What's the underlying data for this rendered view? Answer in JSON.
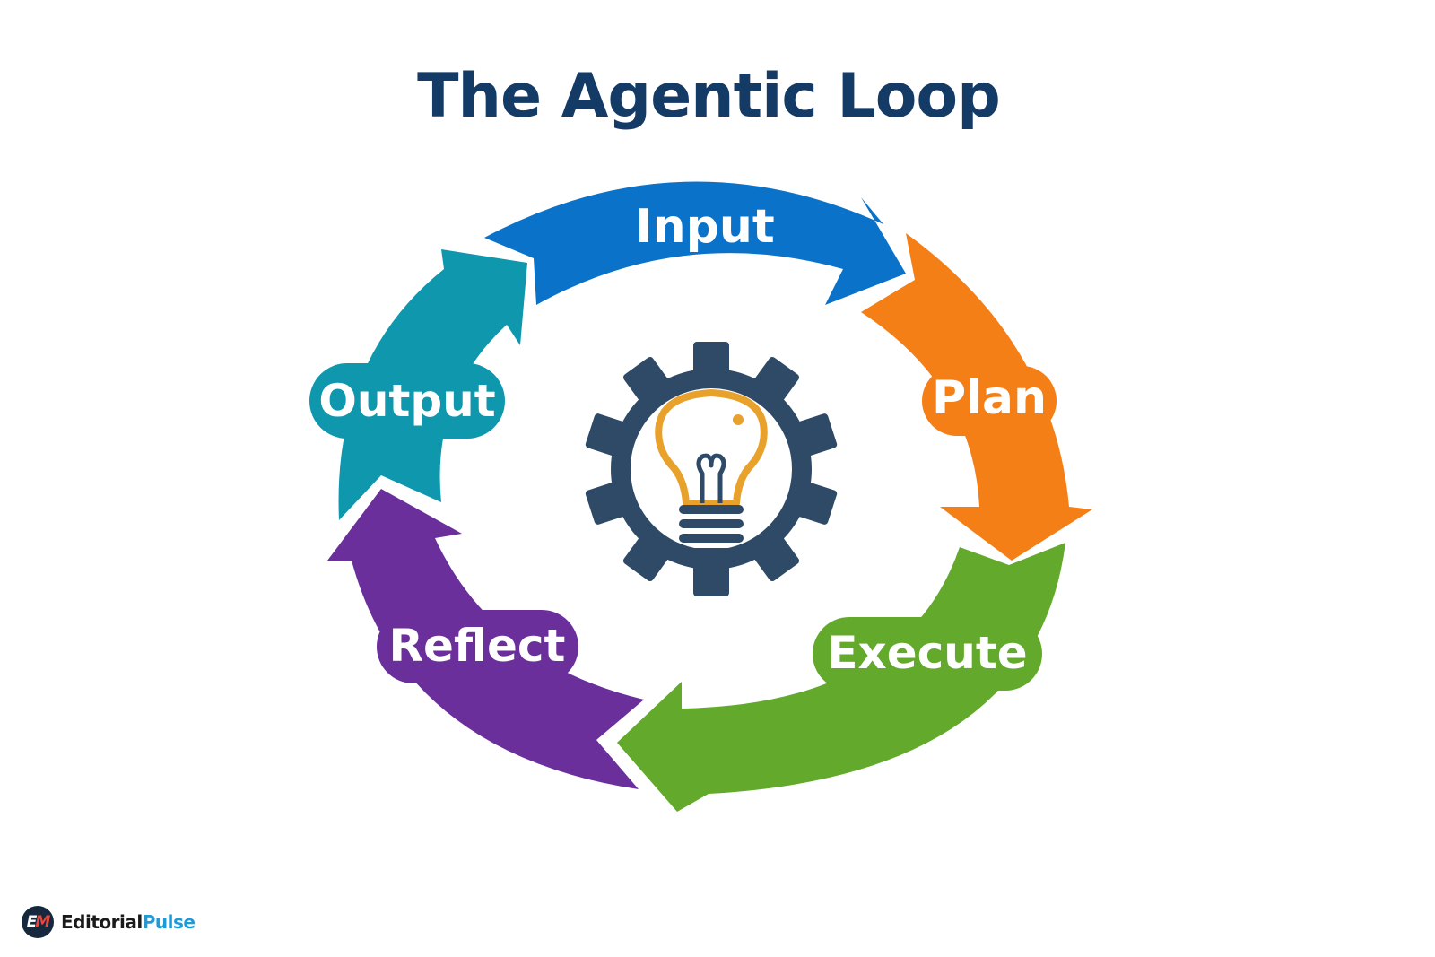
{
  "title": "The Agentic Loop",
  "colors": {
    "title": "#143a66",
    "input": "#0b72c9",
    "plan": "#f47f17",
    "execute": "#63a92b",
    "reflect": "#6a2f9b",
    "output": "#0e97ad",
    "gear": "#2e4a66",
    "bulb": "#e8a12b"
  },
  "stages": {
    "input": {
      "label": "Input"
    },
    "plan": {
      "label": "Plan"
    },
    "execute": {
      "label": "Execute"
    },
    "reflect": {
      "label": "Reflect"
    },
    "output": {
      "label": "Output"
    }
  },
  "center_icon": "gear-with-lightbulb-icon",
  "brand": {
    "logo_text_1": "E",
    "logo_text_2": "M",
    "name_part_1": "Editorial",
    "name_part_2": "Pulse"
  }
}
